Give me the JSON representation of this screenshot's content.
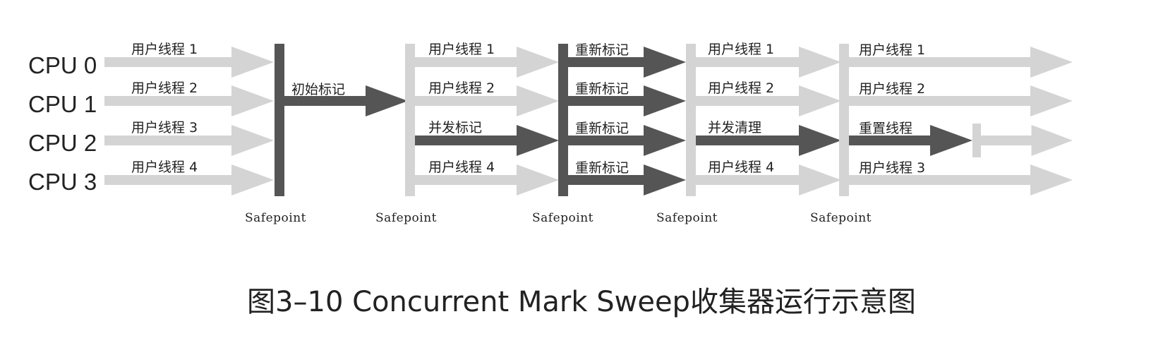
{
  "colors": {
    "user_thread": "#d4d4d4",
    "gc_thread": "#555555",
    "safepoint_user": "#d4d4d4",
    "safepoint_gc": "#555555",
    "text": "#222222"
  },
  "cpus": [
    "CPU 0",
    "CPU 1",
    "CPU 2",
    "CPU 3"
  ],
  "safepoint_label": "Safepoint",
  "caption": "图3–10 Concurrent Mark Sweep收集器运行示意图",
  "phases": [
    {
      "name": "phase-1-user",
      "lanes": [
        {
          "cpu": 0,
          "label": "用户线程 1",
          "kind": "user"
        },
        {
          "cpu": 1,
          "label": "用户线程 2",
          "kind": "user"
        },
        {
          "cpu": 2,
          "label": "用户线程 3",
          "kind": "user"
        },
        {
          "cpu": 3,
          "label": "用户线程 4",
          "kind": "user"
        }
      ]
    },
    {
      "name": "phase-2-initial-mark",
      "lanes": [
        {
          "cpu": 1,
          "label": "初始标记",
          "kind": "gc"
        }
      ]
    },
    {
      "name": "phase-3-concurrent-mark",
      "lanes": [
        {
          "cpu": 0,
          "label": "用户线程 1",
          "kind": "user"
        },
        {
          "cpu": 1,
          "label": "用户线程 2",
          "kind": "user"
        },
        {
          "cpu": 2,
          "label": "并发标记",
          "kind": "gc"
        },
        {
          "cpu": 3,
          "label": "用户线程 4",
          "kind": "user"
        }
      ]
    },
    {
      "name": "phase-4-remark",
      "lanes": [
        {
          "cpu": 0,
          "label": "重新标记",
          "kind": "gc"
        },
        {
          "cpu": 1,
          "label": "重新标记",
          "kind": "gc"
        },
        {
          "cpu": 2,
          "label": "重新标记",
          "kind": "gc"
        },
        {
          "cpu": 3,
          "label": "重新标记",
          "kind": "gc"
        }
      ]
    },
    {
      "name": "phase-5-concurrent-sweep",
      "lanes": [
        {
          "cpu": 0,
          "label": "用户线程 1",
          "kind": "user"
        },
        {
          "cpu": 1,
          "label": "用户线程 2",
          "kind": "user"
        },
        {
          "cpu": 2,
          "label": "并发清理",
          "kind": "gc"
        },
        {
          "cpu": 3,
          "label": "用户线程 4",
          "kind": "user"
        }
      ]
    },
    {
      "name": "phase-6-reset",
      "lanes": [
        {
          "cpu": 0,
          "label": "用户线程 1",
          "kind": "user"
        },
        {
          "cpu": 1,
          "label": "用户线程 2",
          "kind": "user"
        },
        {
          "cpu": 2,
          "label": "重置线程",
          "kind": "gc"
        },
        {
          "cpu": 3,
          "label": "用户线程 3",
          "kind": "user"
        }
      ]
    }
  ]
}
